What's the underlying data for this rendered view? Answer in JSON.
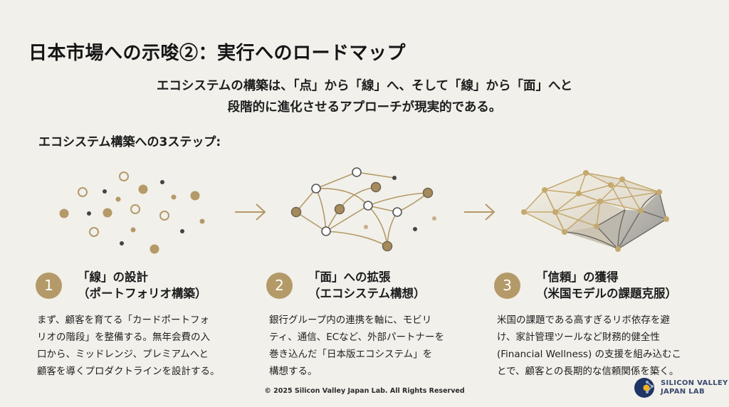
{
  "slide": {
    "title": "日本市場への示唆②：実行へのロードマップ",
    "subtitle_lines": [
      "エコシステムの構築は、「点」から「線」へ、そして「線」から「面」へと",
      "段階的に進化させるアプローチが現実的である。"
    ],
    "section_heading": "エコシステム構築への3ステップ:"
  },
  "illustrations": {
    "dots": {
      "icon": "scattered-dots-icon",
      "meaning": "点"
    },
    "network": {
      "icon": "connected-network-icon",
      "meaning": "線"
    },
    "surface": {
      "icon": "mesh-surface-icon",
      "meaning": "面"
    },
    "arrows": [
      "arrow-right-icon",
      "arrow-right-icon"
    ]
  },
  "steps": [
    {
      "number": "1",
      "title_line1": "「線」の設計",
      "title_line2": "（ポートフォリオ構築）",
      "body_lines": [
        "まず、顧客を育てる「カードポートフォ",
        "リオの階段」を整備する。無年会費の入",
        "口から、ミッドレンジ、プレミアムへと",
        "顧客を導くプロダクトラインを設計する。"
      ]
    },
    {
      "number": "2",
      "title_line1": "「面」への拡張",
      "title_line2": "（エコシステム構想）",
      "body_lines": [
        "銀行グループ内の連携を軸に、モビリ",
        "ティ、通信、ECなど、外部パートナーを",
        "巻き込んだ「日本版エコシステム」を",
        "構想する。"
      ]
    },
    {
      "number": "3",
      "title_line1": "「信頼」の獲得",
      "title_line2": "（米国モデルの課題克服）",
      "body_lines": [
        "米国の課題である高すぎるリボ依存を避",
        "け、家計管理ツールなど財務的健全性",
        "(Financial Wellness) の支援を組み込むこ",
        "とで、顧客との長期的な信頼関係を築く。"
      ]
    }
  ],
  "footer": {
    "copyright": "© 2025 Silicon Valley Japan Lab. All Rights Reserved"
  },
  "logo": {
    "line1": "SILICON VALLEY",
    "line2": "JAPAN LAB"
  },
  "colors": {
    "background": "#f1f0eb",
    "gold": "#b49a68",
    "dark_dot": "#444444",
    "logo_navy": "#1f3565",
    "logo_accent": "#f2b322"
  }
}
